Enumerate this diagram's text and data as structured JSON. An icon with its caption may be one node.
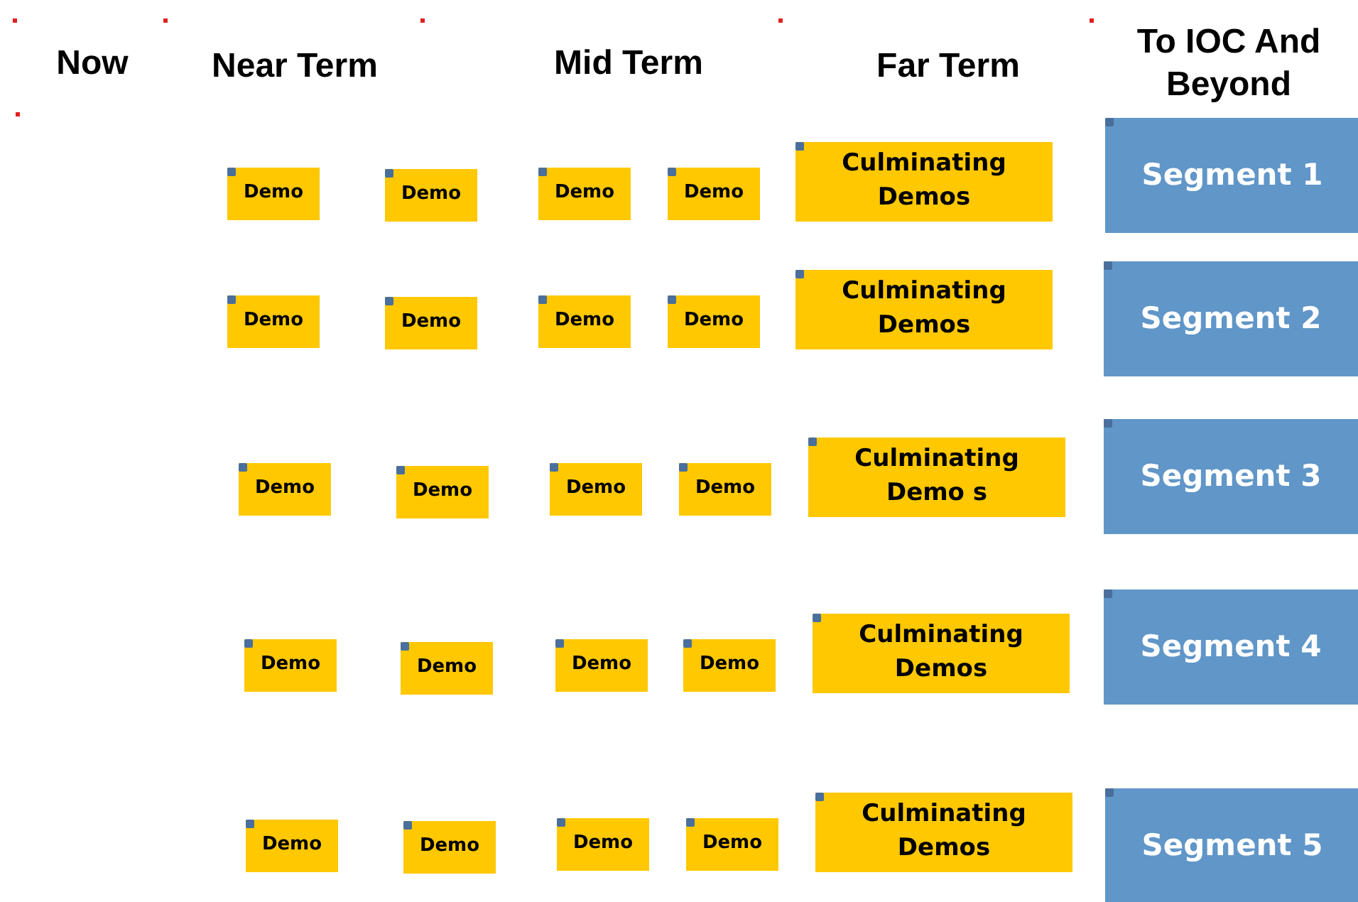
{
  "diagram": {
    "nodes": [
      {
        "text": [
          "Demo"
        ]
      },
      {
        "text": [
          "Demo"
        ]
      },
      {
        "text": [
          "Demo"
        ]
      },
      {
        "text": [
          "Demo"
        ]
      },
      {
        "text": [
          "Culminating Demos"
        ]
      },
      {
        "text": [
          "Segment 1"
        ]
      },
      {
        "text": [
          "Demo"
        ]
      },
      {
        "text": [
          "Demo"
        ]
      },
      {
        "text": [
          "Demo"
        ]
      },
      {
        "text": [
          "Demo"
        ]
      },
      {
        "text": [
          "Culminating Demos"
        ]
      },
      {
        "text": [
          "Segment 2"
        ]
      },
      {
        "text": [
          "Demo"
        ]
      },
      {
        "text": [
          "Demo"
        ]
      },
      {
        "text": [
          "Demo"
        ]
      },
      {
        "text": [
          "Demo"
        ]
      },
      {
        "text": [
          "Culminating Demo s"
        ]
      },
      {
        "text": [
          "Segment 3"
        ]
      },
      {
        "text": [
          "Demo"
        ]
      },
      {
        "text": [
          "Demo"
        ]
      },
      {
        "text": [
          "Demo"
        ]
      },
      {
        "text": [
          "Demo"
        ]
      },
      {
        "text": [
          "Culminating Demos"
        ]
      },
      {
        "text": [
          "Segment 4"
        ]
      },
      {
        "text": [
          "Demo"
        ]
      },
      {
        "text": [
          "Demo"
        ]
      },
      {
        "text": [
          "Demo"
        ]
      },
      {
        "text": [
          "Demo"
        ]
      },
      {
        "text": [
          "Culminating Demos"
        ]
      },
      {
        "text": [
          "Segment 5"
        ]
      }
    ],
    "edges": [],
    "labels": [
      "Now",
      "Near Term",
      "Mid Term",
      "Far Term",
      "To IOC And Beyond"
    ]
  }
}
